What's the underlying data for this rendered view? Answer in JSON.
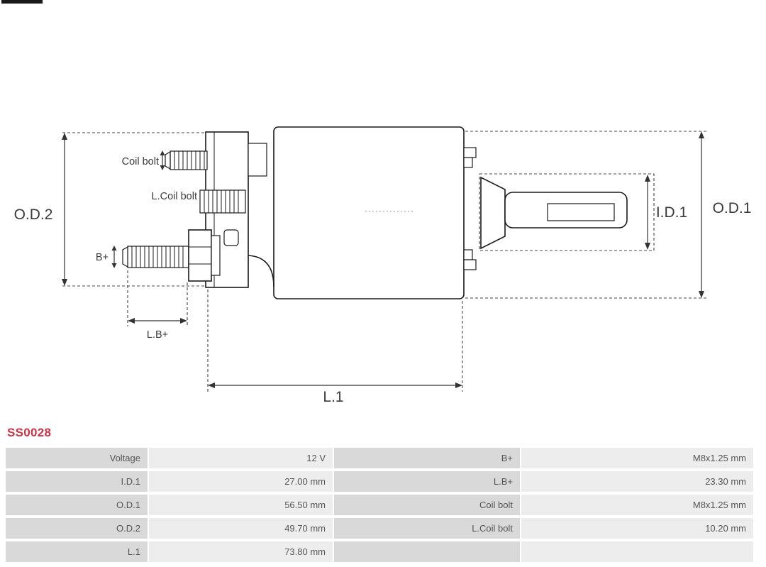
{
  "product": {
    "code": "SS0028"
  },
  "diagram": {
    "labels": {
      "od2": "O.D.2",
      "od1": "O.D.1",
      "id1": "I.D.1",
      "l1": "L.1",
      "lbplus": "L.B+",
      "bplus": "B+",
      "coil_bolt": "Coil bolt",
      "l_coil_bolt": "L.Coil bolt"
    }
  },
  "table": {
    "rows": [
      {
        "c0": "Voltage",
        "c1": "12 V",
        "c2": "B+",
        "c3": "M8x1.25 mm"
      },
      {
        "c0": "I.D.1",
        "c1": "27.00 mm",
        "c2": "L.B+",
        "c3": "23.30 mm"
      },
      {
        "c0": "O.D.1",
        "c1": "56.50 mm",
        "c2": "Coil bolt",
        "c3": "M8x1.25 mm"
      },
      {
        "c0": "O.D.2",
        "c1": "49.70 mm",
        "c2": "L.Coil bolt",
        "c3": "10.20 mm"
      },
      {
        "c0": "L.1",
        "c1": "73.80 mm",
        "c2": "",
        "c3": ""
      }
    ]
  },
  "colors": {
    "accent": "#cc3344",
    "label_cell": "#d9d9d9",
    "value_cell": "#ededed",
    "text": "#555555"
  }
}
